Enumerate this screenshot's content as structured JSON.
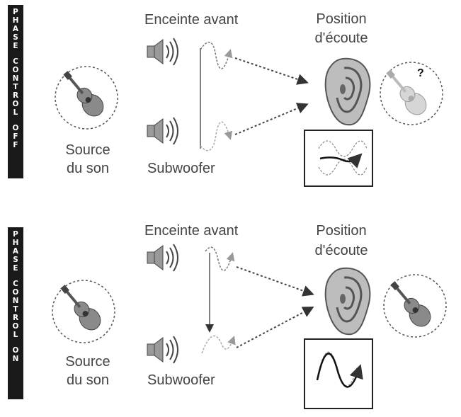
{
  "panels": [
    {
      "id": "off",
      "side_label_chars": [
        "P",
        "H",
        "A",
        "S",
        "E",
        " ",
        "C",
        "O",
        "N",
        "T",
        "R",
        "O",
        "L",
        " ",
        "O",
        "F",
        "F"
      ],
      "front_speaker_label": "Enceinte avant",
      "listening_position_label_1": "Position",
      "listening_position_label_2": "d'écoute",
      "source_label_1": "Source",
      "source_label_2": "du son",
      "subwoofer_label": "Subwoofer",
      "question_mark": "?"
    },
    {
      "id": "on",
      "side_label_chars": [
        "P",
        "H",
        "A",
        "S",
        "E",
        " ",
        "C",
        "O",
        "N",
        "T",
        "R",
        "O",
        "L",
        " ",
        "O",
        "N"
      ],
      "front_speaker_label": "Enceinte avant",
      "listening_position_label_1": "Position",
      "listening_position_label_2": "d'écoute",
      "source_label_1": "Source",
      "source_label_2": "du son",
      "subwoofer_label": "Subwoofer"
    }
  ],
  "colors": {
    "label_bg": "#1a1a1a",
    "arrow": "#444444",
    "ear_fill": "#bdbdbd",
    "guitar_fill": "#8a8a8a",
    "guitar_faded": "#d0d0d0"
  },
  "icons": [
    "guitar-icon",
    "speaker-icon",
    "ear-icon",
    "waveform-icon",
    "arrow-icon"
  ]
}
